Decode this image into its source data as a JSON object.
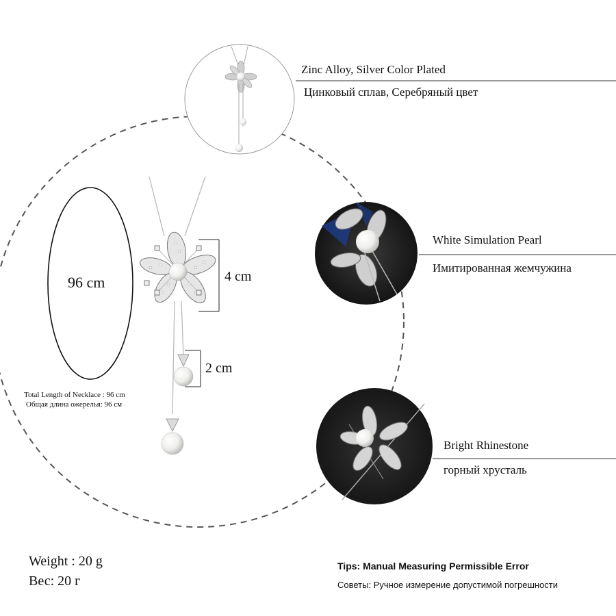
{
  "features": [
    {
      "en": "Zinc Alloy, Silver Color Plated",
      "ru": "Цинковый сплав,  Серебряный цвет"
    },
    {
      "en": "White Simulation Pearl",
      "ru": "Имитированная жемчужина"
    },
    {
      "en": "Bright Rhinestone",
      "ru": "горный хрусталь"
    }
  ],
  "dimensions": {
    "total_length": "96 cm",
    "pendant": "4 cm",
    "drop": "2 cm"
  },
  "total_length_note": {
    "en": "Total Length of Necklace : 96 cm",
    "ru": "Общая длина ожерелья: 96 см"
  },
  "weight": {
    "en": "Weight : 20 g",
    "ru": "Вес: 20 г"
  },
  "tips": {
    "title": "Tips: Manual Measuring Permissible Error",
    "ru": "Советы: Ручное измерение допустимой погрешности"
  },
  "colors": {
    "dashed_circle": "#555555",
    "rule_line": "#333333",
    "closeup_bg": "#1a1a1a",
    "pearl": "#f2f2f0",
    "silver": "#c8c8c8"
  }
}
